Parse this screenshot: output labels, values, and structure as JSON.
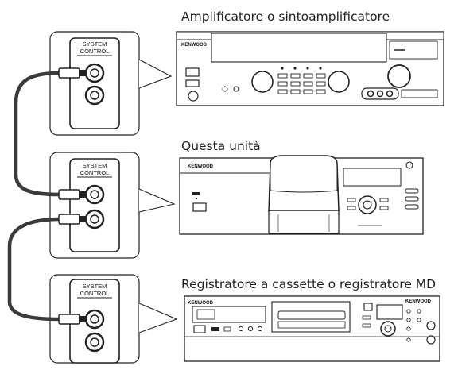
{
  "devices": {
    "amplifier": {
      "label": "Amplificatore o sintoamplificatore",
      "brand": "KENWOOD"
    },
    "this_unit": {
      "label": "Questa unità",
      "brand": "KENWOOD"
    },
    "recorder": {
      "label": "Registratore a cassette o registratore MD",
      "brand": "KENWOOD"
    }
  },
  "panels": {
    "top": {
      "line1": "SYSTEM",
      "line2": "CONTROL"
    },
    "middle": {
      "line1": "SYSTEM",
      "line2": "CONTROL"
    },
    "bottom": {
      "line1": "SYSTEM",
      "line2": "CONTROL"
    }
  },
  "colors": {
    "line": "#222222",
    "cable": "#3a3a3a",
    "panel_fill": "#ffffff"
  }
}
